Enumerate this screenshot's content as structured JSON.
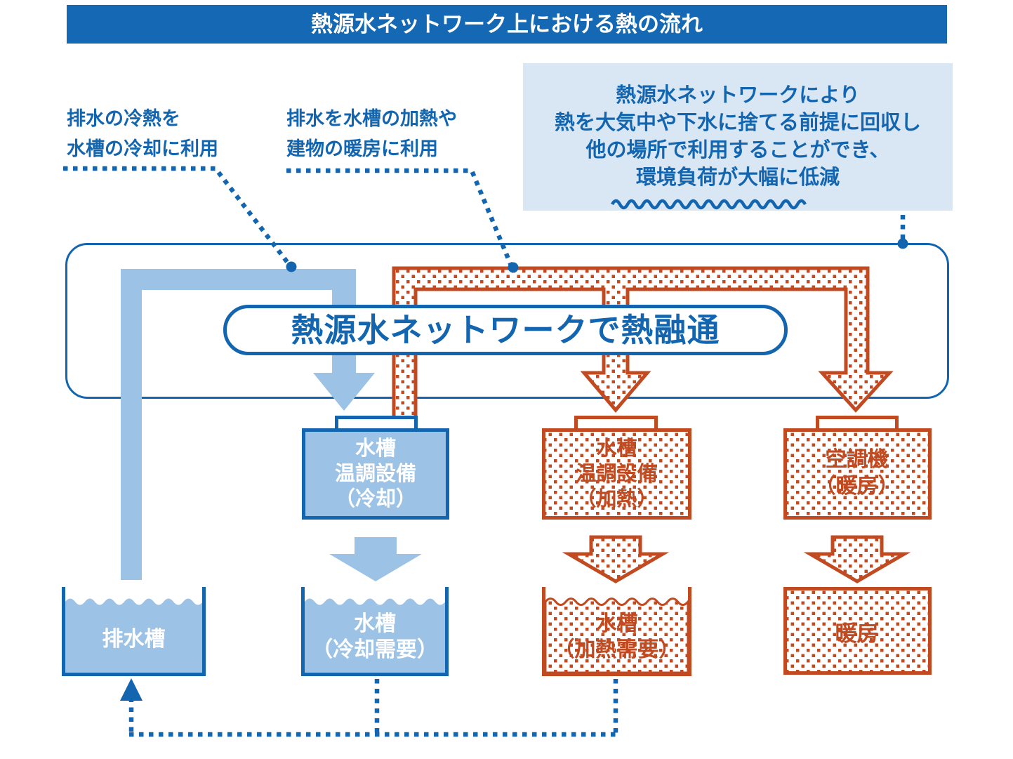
{
  "title": "熱源水ネットワーク上における熱の流れ",
  "callout": {
    "lines": [
      "熱源水ネットワークにより",
      "熱を大気中や下水に捨てる前提に回収し",
      "他の場所で利用することができ、",
      "環境負荷が大幅に低減"
    ]
  },
  "annotations": {
    "cool": {
      "lines": [
        "排水の冷熱を",
        "水槽の冷却に利用"
      ]
    },
    "heat": {
      "lines": [
        "排水を水槽の加熱や",
        "建物の暖房に利用"
      ]
    }
  },
  "network": {
    "label": "熱源水ネットワークで熱融通"
  },
  "boxes": {
    "cooling_equipment": {
      "lines": [
        "水槽",
        "温調設備",
        "（冷却）"
      ]
    },
    "heating_equipment": {
      "lines": [
        "水槽",
        "温調設備",
        "（加熱）"
      ]
    },
    "air_conditioner": {
      "lines": [
        "空調機",
        "（暖房）"
      ]
    },
    "drain_tank": {
      "label": "排水槽"
    },
    "cooling_tank": {
      "lines": [
        "水槽",
        "（冷却需要）"
      ]
    },
    "heating_tank": {
      "lines": [
        "水槽",
        "（加熱需要）"
      ]
    },
    "heating_room": {
      "label": "暖房"
    }
  },
  "colors": {
    "blue": "#1365af",
    "title_bar": "#1568b3",
    "light_blue": "#9cc2e5",
    "pale_blue": "#d9e7f5",
    "red": "#c24a20",
    "white": "#ffffff"
  }
}
